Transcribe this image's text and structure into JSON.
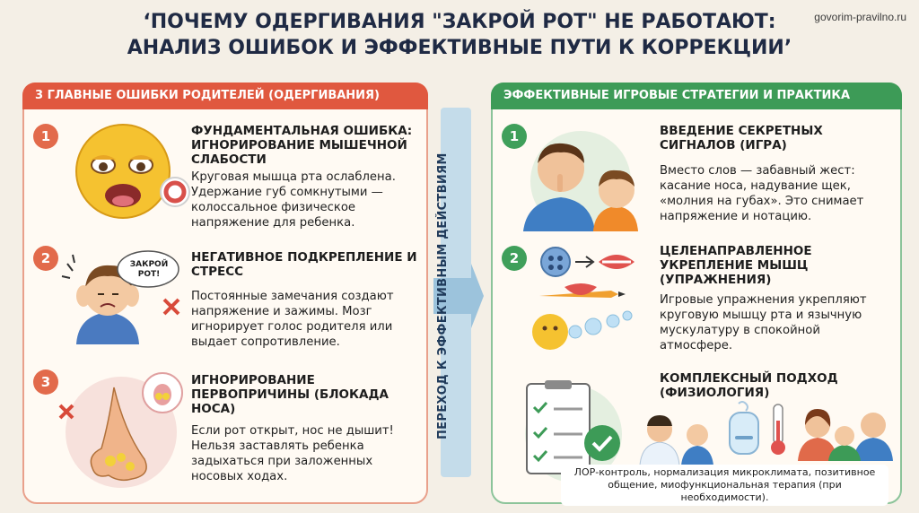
{
  "header": {
    "title_line1": "‘ПОЧЕМУ ОДЕРГИВАНИЯ \"ЗАКРОЙ РОТ\" НЕ РАБОТАЮТ:",
    "title_line2": "АНАЛИЗ ОШИБОК И ЭФФЕКТИВНЫЕ ПУТИ К КОРРЕКЦИИ’",
    "site": "govorim-pravilno.ru"
  },
  "left_panel": {
    "heading": "3 ГЛАВНЫЕ ОШИБКИ РОДИТЕЛЕЙ (ОДЕРГИВАНИЯ)",
    "items": [
      {
        "num": "1",
        "title": "ФУНДАМЕНТАЛЬНАЯ ОШИБКА: ИГНОРИРОВАНИЕ МЫШЕЧНОЙ СЛАБОСТИ",
        "body": "Круговая мышца рта ослаблена. Удержание губ сомкнутыми — колоссальное физическое напряжение для ребенка."
      },
      {
        "num": "2",
        "title": "НЕГАТИВНОЕ ПОДКРЕПЛЕНИЕ И СТРЕСС",
        "body": "Постоянные замечания создают напряжение и зажимы. Мозг игнорирует голос родителя или выдает сопротивление.",
        "bubble": "ЗАКРОЙ РОТ!"
      },
      {
        "num": "3",
        "title": "ИГНОРИРОВАНИЕ ПЕРВОПРИЧИНЫ (БЛОКАДА НОСА)",
        "body": "Если рот открыт, нос не дышит! Нельзя заставлять ребенка задыхаться при заложенных носовых ходах."
      }
    ]
  },
  "transition": {
    "label": "ПЕРЕХОД К ЭФФЕКТИВНЫМ ДЕЙСТВИЯМ"
  },
  "right_panel": {
    "heading": "ЭФФЕКТИВНЫЕ ИГРОВЫЕ СТРАТЕГИИ И ПРАКТИКА",
    "items": [
      {
        "num": "1",
        "title": "ВВЕДЕНИЕ СЕКРЕТНЫХ СИГНАЛОВ (ИГРА)",
        "body": "Вместо слов — забавный жест: касание носа, надувание щек, «молния на губах». Это снимает напряжение и нотацию."
      },
      {
        "num": "2",
        "title": "ЦЕЛЕНАПРАВЛЕННОЕ УКРЕПЛЕНИЕ МЫШЦ (УПРАЖНЕНИЯ)",
        "body": "Игровые упражнения укрепляют круговую мышцу рта и язычную мускулатуру в спокойной атмосфере."
      },
      {
        "title": "КОМПЛЕКСНЫЙ ПОДХОД (ФИЗИОЛОГИЯ)",
        "caption": "ЛОР-контроль, нормализация микроклимата, позитивное общение, миофункциональная терапия (при необходимости)."
      }
    ]
  },
  "colors": {
    "accent_red": "#e0583f",
    "accent_green": "#3d9b57",
    "title_navy": "#1f2a44"
  }
}
